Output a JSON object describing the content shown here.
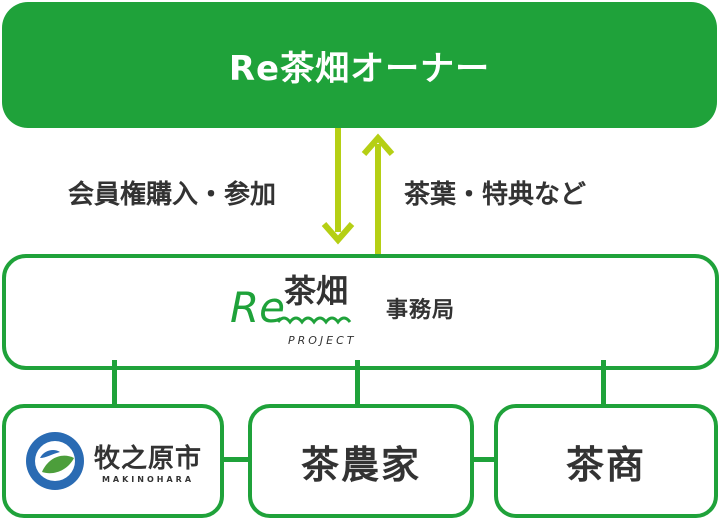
{
  "owner": {
    "title": "Re茶畑オーナー"
  },
  "arrows": {
    "down_label": "会員権購入・参加",
    "up_label": "茶葉・特典など"
  },
  "office": {
    "logo_text": "Re",
    "logo_kanji": "茶畑",
    "logo_sub": "PROJECT",
    "name": "事務局"
  },
  "partners": {
    "city": {
      "name": "牧之原市",
      "sub": "MAKINOHARA"
    },
    "farmer": {
      "label": "茶農家"
    },
    "merchant": {
      "label": "茶商"
    }
  },
  "colors": {
    "brand_green": "#1fa23a",
    "arrow_lime": "#b5cf14",
    "city_blue": "#2a6bb3",
    "city_green": "#4c9e3b"
  }
}
